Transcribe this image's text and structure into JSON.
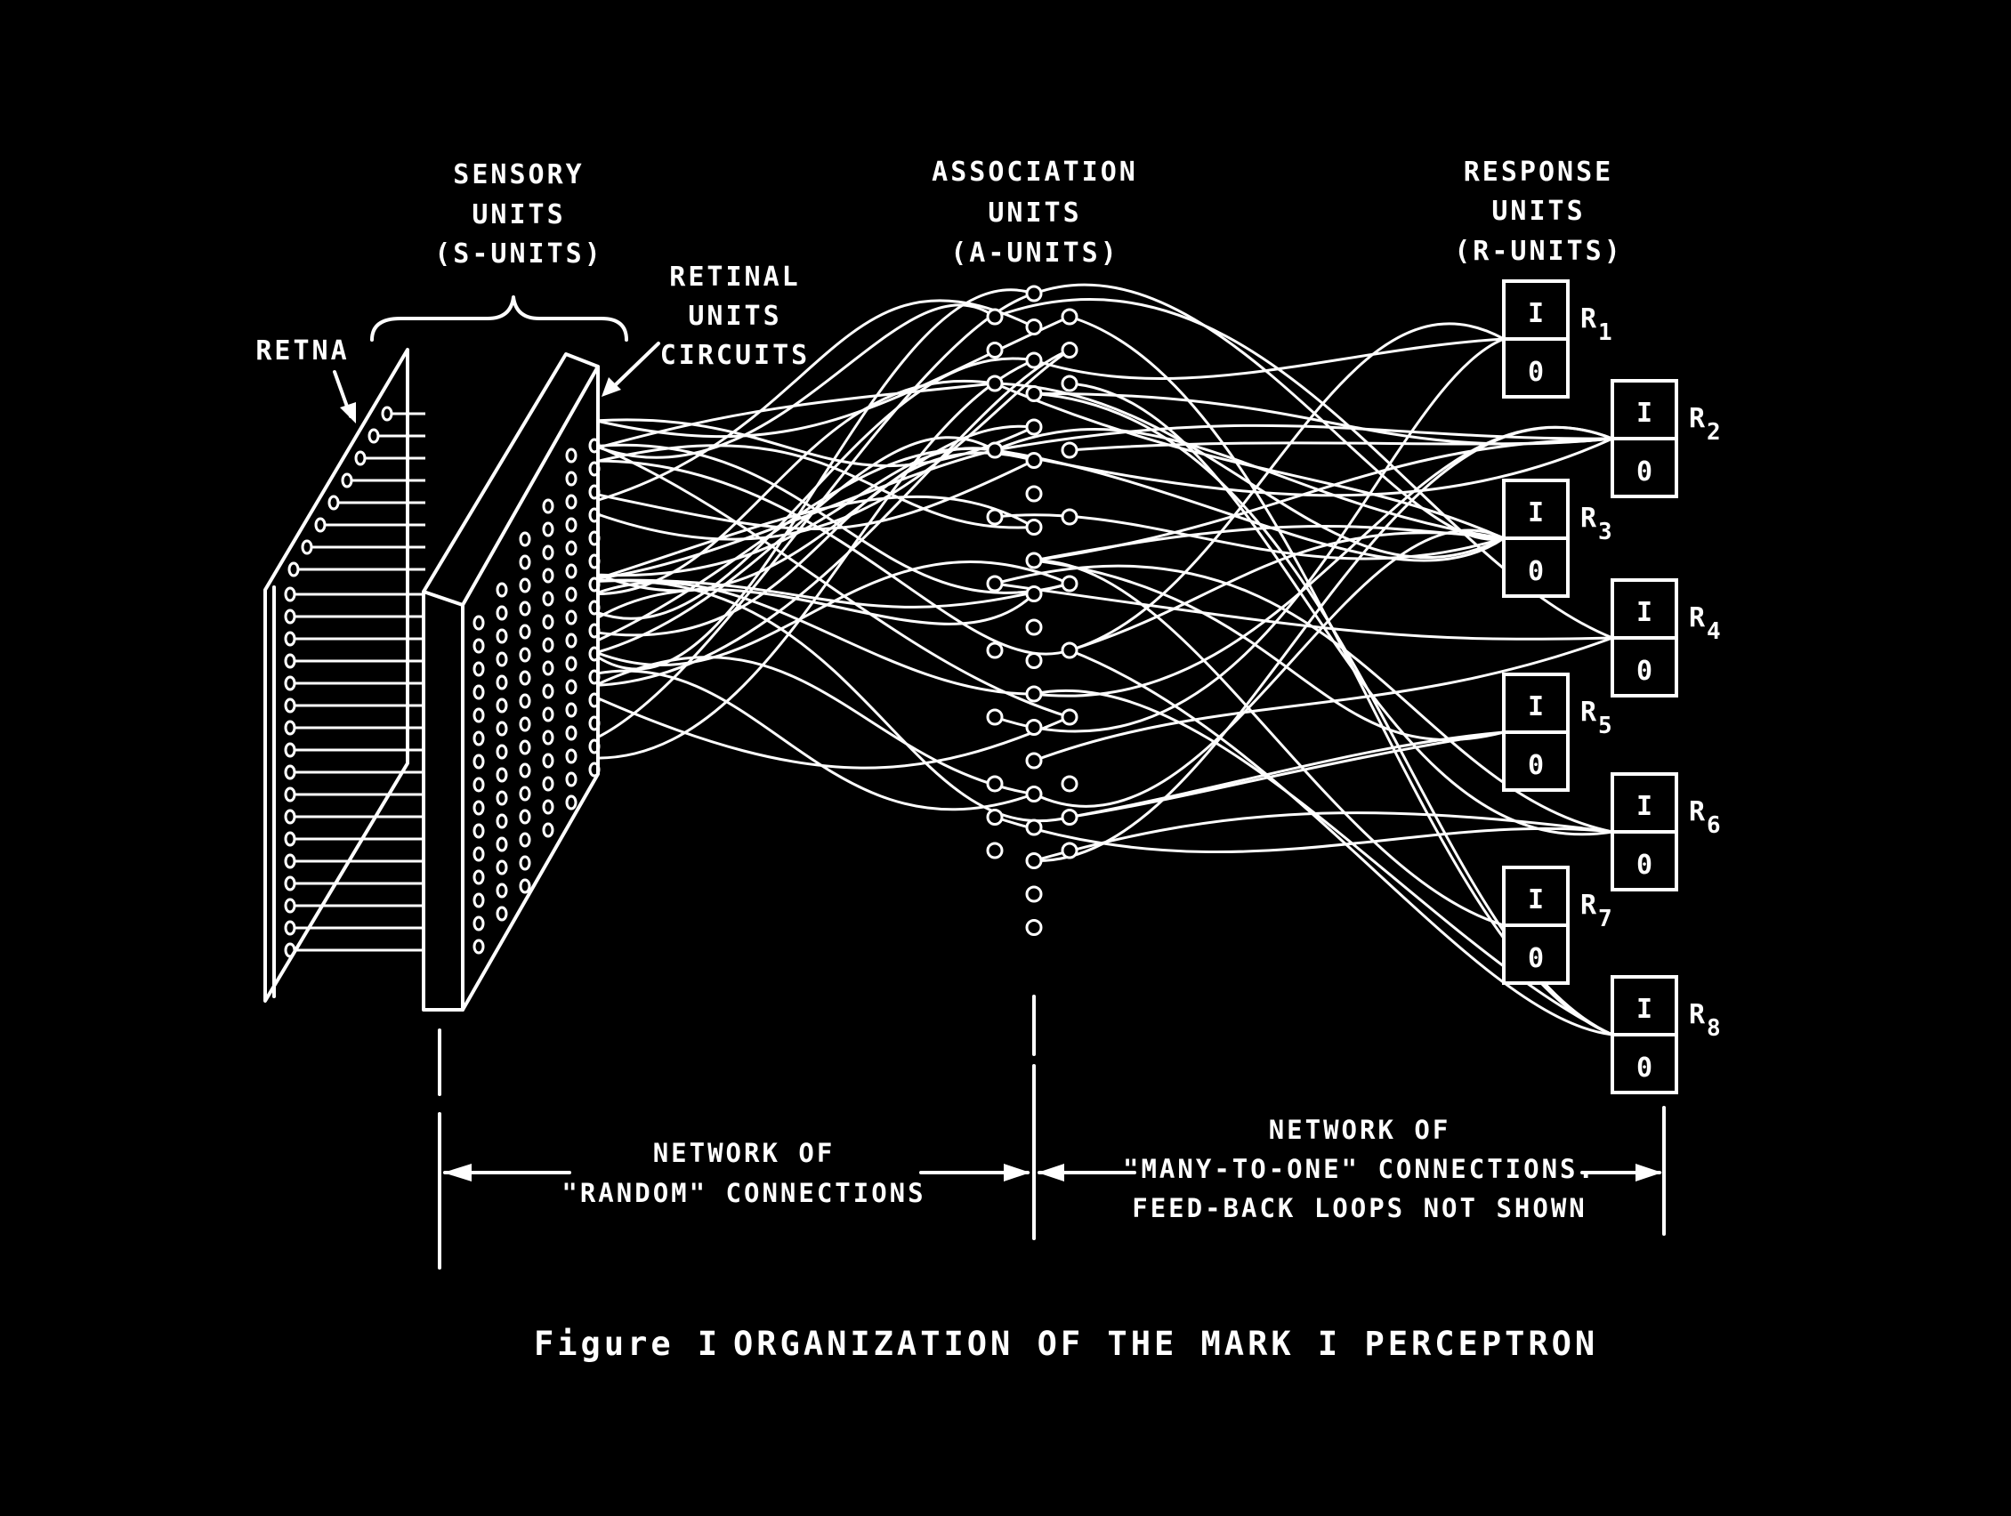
{
  "labels": {
    "sensory": [
      "SENSORY",
      "UNITS",
      "(S-UNITS)"
    ],
    "association": [
      "ASSOCIATION",
      "UNITS",
      "(A-UNITS)"
    ],
    "response": [
      "RESPONSE",
      "UNITS",
      "(R-UNITS)"
    ],
    "retinal": [
      "RETINAL",
      "UNITS",
      "CIRCUITS"
    ],
    "retna": "RETNA",
    "random_network": [
      "NETWORK OF",
      "\"RANDOM\" CONNECTIONS"
    ],
    "many_network": [
      "NETWORK OF",
      "\"MANY-TO-ONE\" CONNECTIONS.",
      "FEED-BACK LOOPS NOT SHOWN"
    ]
  },
  "response_units": [
    {
      "name": "R",
      "sub": "1",
      "top": "I",
      "bottom": "0"
    },
    {
      "name": "R",
      "sub": "2",
      "top": "I",
      "bottom": "0"
    },
    {
      "name": "R",
      "sub": "3",
      "top": "I",
      "bottom": "0"
    },
    {
      "name": "R",
      "sub": "4",
      "top": "I",
      "bottom": "0"
    },
    {
      "name": "R",
      "sub": "5",
      "top": "I",
      "bottom": "0"
    },
    {
      "name": "R",
      "sub": "6",
      "top": "I",
      "bottom": "0"
    },
    {
      "name": "R",
      "sub": "7",
      "top": "I",
      "bottom": "0"
    },
    {
      "name": "R",
      "sub": "8",
      "top": "I",
      "bottom": "0"
    }
  ],
  "caption": {
    "prefix": "Figure I",
    "title": "ORGANIZATION OF THE MARK I PERCEPTRON"
  },
  "colors": {
    "background": "#000000",
    "ink": "#ffffff"
  }
}
